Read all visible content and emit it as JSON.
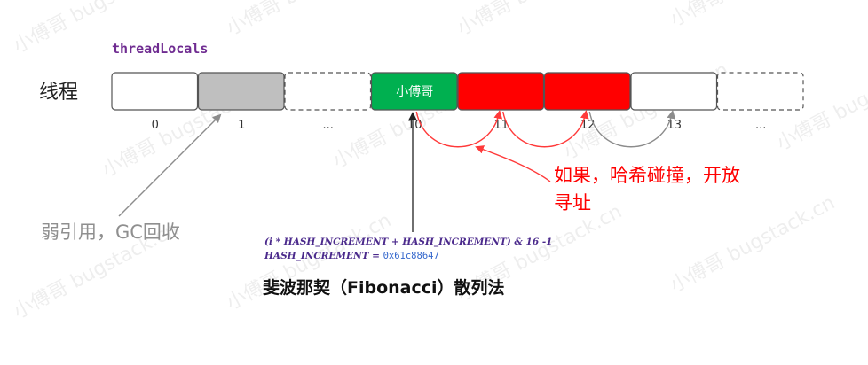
{
  "diagram": {
    "array_name": "threadLocals",
    "thread_label": "线程",
    "cells": [
      {
        "index": "0",
        "state": "empty",
        "label": "",
        "border": "solid"
      },
      {
        "index": "1",
        "state": "gray",
        "label": "",
        "border": "solid"
      },
      {
        "index": "...",
        "state": "empty",
        "label": "",
        "border": "dashed"
      },
      {
        "index": "10",
        "state": "green",
        "label": "小傅哥",
        "border": "solid"
      },
      {
        "index": "11",
        "state": "red",
        "label": "",
        "border": "solid"
      },
      {
        "index": "12",
        "state": "red",
        "label": "",
        "border": "solid"
      },
      {
        "index": "13",
        "state": "empty",
        "label": "",
        "border": "solid"
      },
      {
        "index": "...",
        "state": "empty",
        "label": "",
        "border": "dashed"
      }
    ],
    "weak_ref_label": "弱引用，GC回收",
    "collision_label_line1": "如果，哈希碰撞，开放",
    "collision_label_line2": "寻址",
    "formula_line1_pre": "(",
    "formula_line1_i": "i",
    "formula_line1_rest": " * HASH_INCREMENT + HASH_INCREMENT) & 16 -1",
    "formula_line2_name": "HASH_INCREMENT",
    "formula_line2_eq": " = ",
    "formula_line2_value": "0x61c88647",
    "fib_title": "斐波那契（Fibonacci）散列法"
  },
  "colors": {
    "green": "#00b050",
    "red": "#ff0000",
    "gray": "#bfbfbf",
    "cell_border": "#555555",
    "gray_arrow": "#8c8c8c",
    "red_arrow": "#ff3a3a",
    "purple": "#6f2c91"
  },
  "watermark": "小傅哥 bugstack.cn"
}
